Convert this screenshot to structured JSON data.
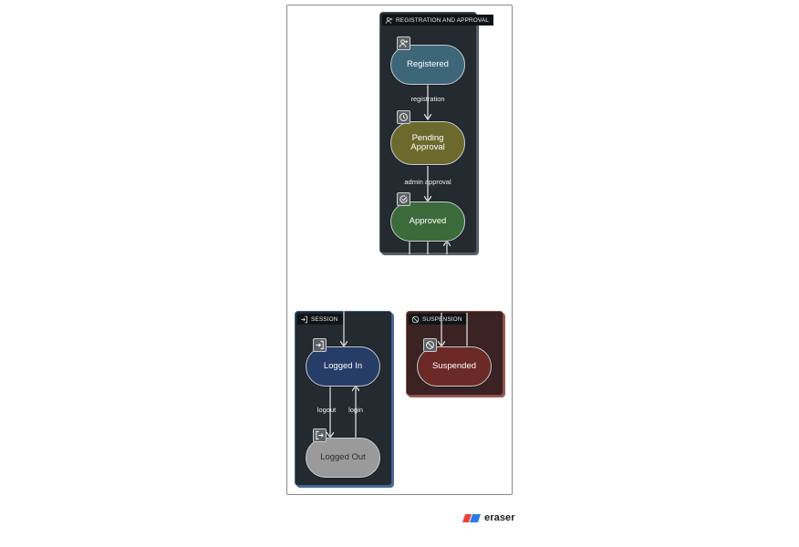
{
  "groups": {
    "registration": {
      "label": "REGISTRATION AND APPROVAL",
      "icon": "user-plus-icon",
      "color": "#232a30"
    },
    "session": {
      "label": "SESSION",
      "icon": "login-icon",
      "color": "#232a30"
    },
    "suspension": {
      "label": "SUSPENSION",
      "icon": "ban-icon",
      "color": "#3a2322"
    }
  },
  "states": {
    "registered": {
      "label": "Registered",
      "icon": "user-plus-icon",
      "color": "#3d6679"
    },
    "pending": {
      "label": "Pending Approval",
      "icon": "clock-icon",
      "color": "#6b6a2c"
    },
    "approved": {
      "label": "Approved",
      "icon": "check-circle-icon",
      "color": "#3b6b3a"
    },
    "logged_in": {
      "label": "Logged In",
      "icon": "login-icon",
      "color": "#263d68"
    },
    "logged_out": {
      "label": "Logged Out",
      "icon": "logout-icon",
      "color": "#9a9a9a"
    },
    "suspended": {
      "label": "Suspended",
      "icon": "ban-icon",
      "color": "#6b2a26"
    }
  },
  "edges": {
    "registration": "registration",
    "admin_approval": "admin approval",
    "logout": "logout",
    "login": "login"
  },
  "footer": {
    "brand": "eraser"
  }
}
